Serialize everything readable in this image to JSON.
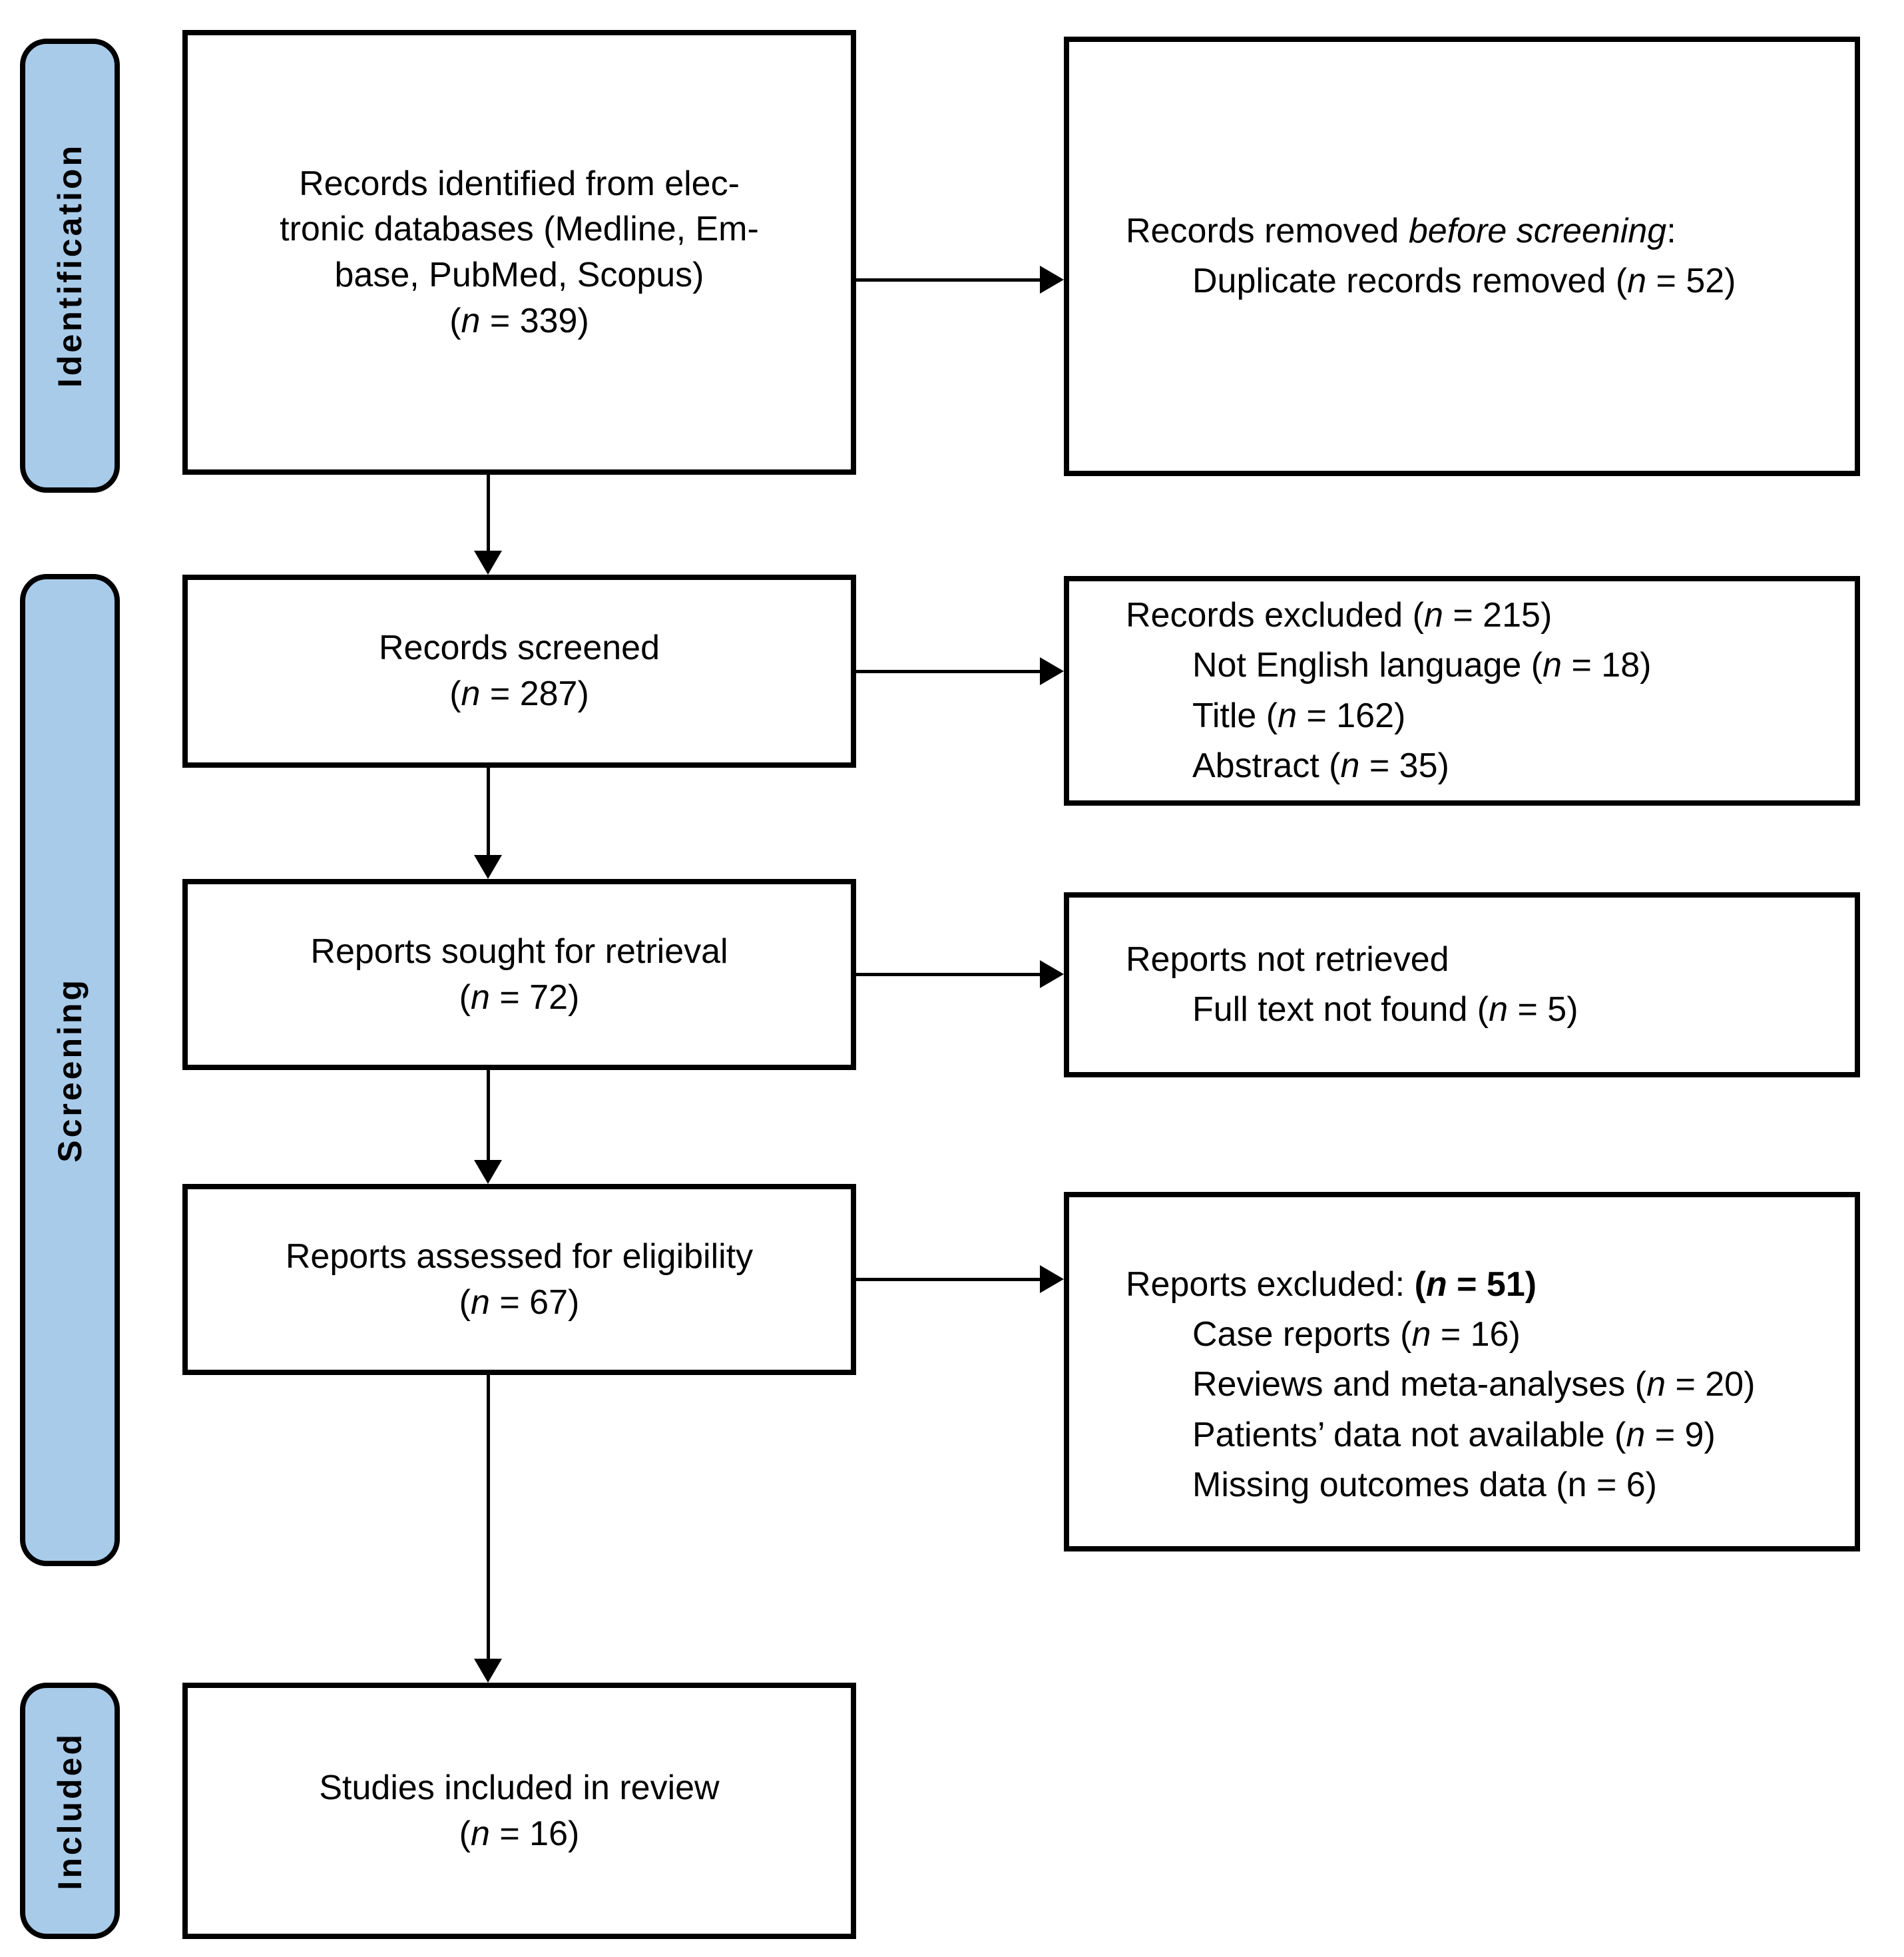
{
  "stages": {
    "identification": "Identification",
    "screening": "Screening",
    "included": "Included"
  },
  "boxes": {
    "identified": {
      "line1": "Records identified from elec-",
      "line2": "tronic databases (Medline, Em-",
      "line3": "base, PubMed, Scopus)",
      "n_pre": "(",
      "n_it": "n",
      "n_post": " = 339)"
    },
    "removed": {
      "t_pre": "Records removed ",
      "t_it": "before screening",
      "t_post": ":",
      "item_pre": "Duplicate records removed (",
      "item_it": "n",
      "item_post": " = 52)"
    },
    "screened": {
      "line1": "Records screened",
      "n_pre": "(",
      "n_it": "n",
      "n_post": " = 287)"
    },
    "excluded_records": {
      "t_pre": "Records excluded (",
      "t_it": "n",
      "t_post": " = 215)",
      "items": [
        {
          "pre": "Not English language (",
          "it": "n",
          "post": " = 18)"
        },
        {
          "pre": "Title (",
          "it": "n",
          "post": " = 162)"
        },
        {
          "pre": "Abstract (",
          "it": "n",
          "post": " = 35)"
        }
      ]
    },
    "sought": {
      "line1": "Reports sought for retrieval",
      "n_pre": "(",
      "n_it": "n",
      "n_post": " = 72)"
    },
    "not_retrieved": {
      "title": "Reports not retrieved",
      "item_pre": "Full text not found (",
      "item_it": "n",
      "item_post": " = 5)"
    },
    "assessed": {
      "line1": "Reports assessed for eligibility",
      "n_pre": "(",
      "n_it": "n",
      "n_post": " = 67)"
    },
    "excluded_reports": {
      "t_pre": "Reports excluded: ",
      "t_bpre": "(",
      "t_bn": "n",
      "t_bpost": " = 51)",
      "items": [
        {
          "pre": "Case reports (",
          "it": "n",
          "post": " = 16)"
        },
        {
          "pre": "Reviews and meta-analyses (",
          "it": "n",
          "post": " = 20)"
        },
        {
          "pre": "Patients’ data not available (",
          "it": "n",
          "post": " = 9)"
        },
        {
          "pre": "Missing outcomes data (n = 6)",
          "it": "",
          "post": ""
        }
      ]
    },
    "included_studies": {
      "line1": "Studies included in review",
      "n_pre": "(",
      "n_it": "n",
      "n_post": " = 16)"
    }
  },
  "colors": {
    "stage_fill": "#A9CBEA",
    "border": "#000000",
    "background": "#FFFFFF"
  }
}
